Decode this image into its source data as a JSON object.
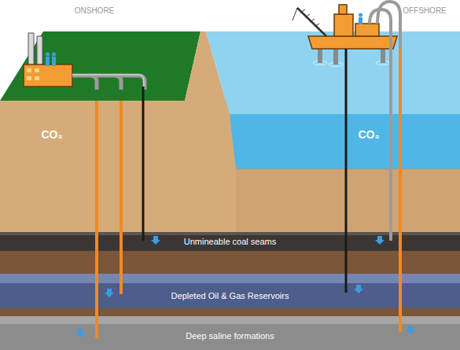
{
  "diagram": {
    "nodes": [
      {
        "text": [
          "Unmineable coal seams"
        ]
      },
      {
        "text": [
          "Depleted Oil & Gas Reservoirs"
        ]
      },
      {
        "text": [
          "Deep saline formations"
        ]
      }
    ],
    "labels": [
      "ONSHORE",
      "OFFSHORE",
      "CO₂",
      "CO₂"
    ]
  }
}
